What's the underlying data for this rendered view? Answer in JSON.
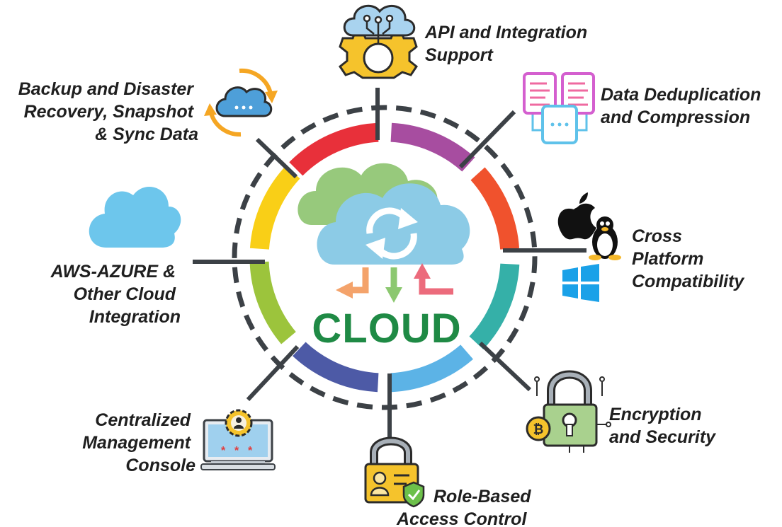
{
  "center": {
    "label": "CLOUD",
    "color": "#1f8a45"
  },
  "features": [
    {
      "id": "api",
      "lines": [
        "API and Integration",
        "Support"
      ],
      "icon": "cloud-gear-integration-icon"
    },
    {
      "id": "dedup",
      "lines": [
        "Data Deduplication",
        "and Compression"
      ],
      "icon": "documents-merge-icon"
    },
    {
      "id": "cross",
      "lines": [
        "Cross",
        "Platform",
        "Compatibility"
      ],
      "icon": "os-logos-icon"
    },
    {
      "id": "encryption",
      "lines": [
        "Encryption",
        "and Security"
      ],
      "icon": "circuit-padlock-icon"
    },
    {
      "id": "rbac",
      "lines": [
        "Role-Based",
        "Access Control"
      ],
      "icon": "padlock-id-card-icon"
    },
    {
      "id": "console",
      "lines": [
        "Centralized",
        "Management",
        "Console"
      ],
      "icon": "monitor-admin-icon"
    },
    {
      "id": "aws",
      "lines": [
        "AWS-AZURE &",
        "Other Cloud",
        "Integration"
      ],
      "icon": "cloud-icon"
    },
    {
      "id": "backup",
      "lines": [
        "Backup and Disaster",
        "Recovery, Snapshot",
        "& Sync Data"
      ],
      "icon": "cloud-sync-icon"
    }
  ],
  "ring_colors": [
    "#e8303a",
    "#a74da0",
    "#f0522d",
    "#35b0a8",
    "#5cb3e6",
    "#4d5aa6",
    "#9cc43c",
    "#f9cf17"
  ]
}
